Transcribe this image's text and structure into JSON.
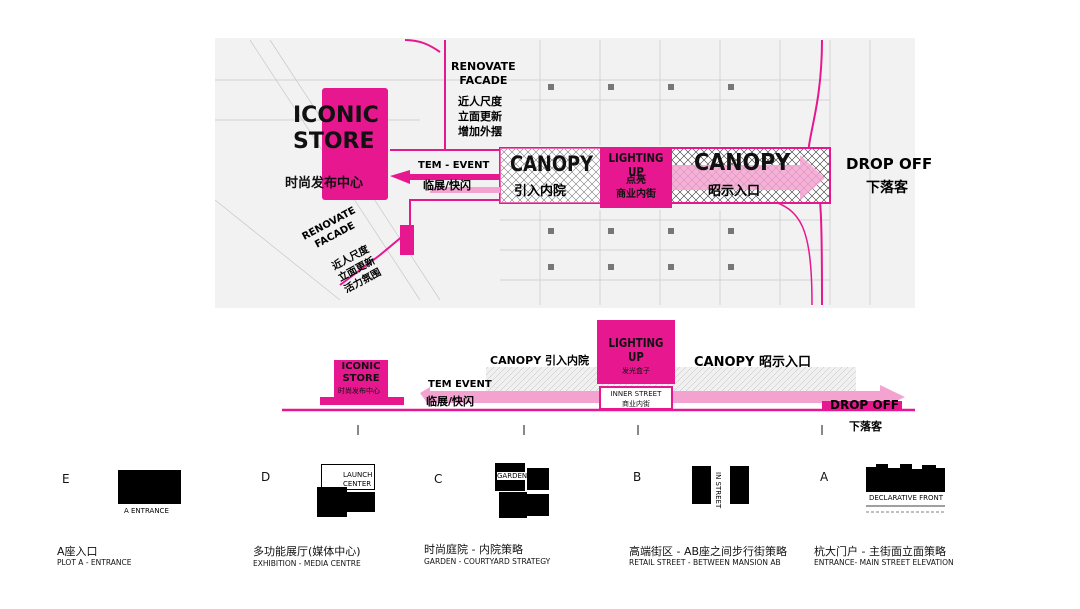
{
  "plan": {
    "renovate_facade_top": "RENOVATE\nFACADE",
    "renovate_facade_top_cn": "近人尺度\n立面更新\n增加外摆",
    "iconic_store": "ICONIC\nSTORE",
    "iconic_store_cn": "时尚发布中心",
    "tem_event": "TEM - EVENT",
    "tem_event_cn": "临展/快闪",
    "canopy_left": "CANOPY",
    "canopy_left_cn": "引入内院",
    "lighting_up": "LIGHTING UP",
    "lighting_up_cn": "点亮\n商业内街",
    "canopy_right": "CANOPY",
    "canopy_right_cn": "昭示入口",
    "drop_off": "DROP OFF",
    "drop_off_cn": "下落客",
    "renovate_facade_bottom": "RENOVATE\nFACADE",
    "renovate_facade_bottom_cn": "近人尺度\n立面更新\n活力氛围"
  },
  "section": {
    "iconic_store": "ICONIC\nSTORE",
    "iconic_store_cn": "时尚发布中心",
    "tem_event": "TEM EVENT",
    "tem_event_cn": "临展/快闪",
    "canopy_left": "CANOPY 引入内院",
    "lighting_up": "LIGHTING UP",
    "lighting_up_cn": "发光盒子",
    "inner_street": "INNER STREET",
    "inner_street_cn": "商业内街",
    "canopy_right": "CANOPY 昭示入口",
    "drop_off": "DROP OFF",
    "drop_off_cn": "下落客"
  },
  "strategies": [
    {
      "letter": "E",
      "icon_text": "A ENTRANCE",
      "title_cn": "A座入口",
      "title_en": "PLOT A - ENTRANCE"
    },
    {
      "letter": "D",
      "icon_text": "LAUNCH\nCENTER",
      "title_cn": "多功能展厅(媒体中心)",
      "title_en": "EXHIBITION - MEDIA CENTRE"
    },
    {
      "letter": "C",
      "icon_text": "GARDEN",
      "title_cn": "时尚庭院 - 内院策略",
      "title_en": "GARDEN - COURTYARD STRATEGY"
    },
    {
      "letter": "B",
      "icon_text": "IN STREET",
      "title_cn": "高端街区 - AB座之间步行街策略",
      "title_en": "RETAIL STREET - BETWEEN MANSION AB"
    },
    {
      "letter": "A",
      "icon_text": "DECLARATIVE FRONT",
      "title_cn": "杭大门户 - 主街面立面策略",
      "title_en": "ENTRANCE- MAIN STREET ELEVATION"
    }
  ],
  "colors": {
    "accent": "#e6178f",
    "accent_light": "#f4a3d1",
    "line": "#9a9a9a"
  }
}
